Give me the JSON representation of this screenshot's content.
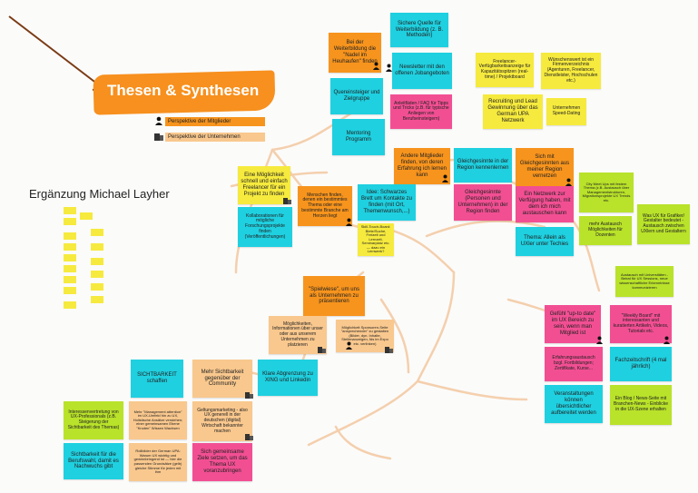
{
  "title": "Thesen & Synthesen",
  "legend": {
    "members": "Perspektive der Mitglieder",
    "companies": "Perspektive der Unternehmen"
  },
  "side_title": "Ergänzung Michael Layher",
  "notes": {
    "nadel": "Bei der Weiterbildung die \"Nadel im Heuhaufen\" finden",
    "sichere_quelle": "Sichere Quelle für Weiterbildung (z. B. Methoden)",
    "newsletter": "Newsletter mit den offenen Jobangeboten",
    "quereinsteiger": "Quereinsteiger und Zielgruppe",
    "anleitfaden": "Anleitfäden / FAQ für Tipps und Tricks (z.B. für typische Anliegen von Berufseinsteigern)",
    "mentoring": "Mentoring Programm",
    "freelancer_verf": "Freelancer-Verfügbarkeitsanzeige für Kapazitätsspitzen (real-time) / Projektboard",
    "wuensche": "Wünschenswert ist ein Firmenverzeichnis (Agenturen, Freelancer, Dienstleister, Hochschulen etc.)",
    "recruiting": "Recruiting und Lead Gewinnung über das German UPA Netzwerk",
    "speed_dating": "Unternehmen Speed-Dating",
    "andere_mitglieder": "Andere Mitglieder finden, von deren Erfahrung ich lernen kann",
    "gleichgesinnte_region": "Gleichgesinnte in der Region kennenlernen",
    "sich_mit": "Sich mit Gleichgesinnten aus meiner Region vernetzen",
    "freelancer_schnell": "Eine Möglichkeit schnell und einfach Freelancer für ein Projekt zu finden",
    "menschen_finden": "Menschen finden, denen ein bestimmtes Thema oder eine bestimmte Branche am Herzen liegt",
    "schwarzes_brett": "Idee: Schwarzes Brett um Kontakte zu finden (mit Ort, Themenwunsch,...)",
    "kollaborationen": "Kollaborationen für mögliche Forschungsprojekte finden (Veröffentlichungen)",
    "gleichgesinnte_pers": "Gleichgesinnte (Personen und Unternehmen) in der Region finden",
    "netzwerk": "Ein Netzwerk zur Verfügung haben, mit dem ich mich austauschen kann",
    "meetups": "City Meet Ups mit festem Thema (z.B. Austausch über Managementstrukturen, Migrationsprojekte UX Trends etc.",
    "ux_grafiker": "Was UX für Grafiker/ Gestalter bedeutet - Austausch zwischen UXlern und Gestaltern",
    "mehr_austausch": "mehr Austausch Möglichkeiten für Dozenten",
    "thema_allein": "Thema: Allein als UXler unter Techies",
    "skill_touch": "Skill-Touch-Board: Biete/Suche, Freizeit und Lernzeit, Seminarplatz etc. — dazu ein Lernwerk?",
    "spielwiese": "\"Spielwiese\", um uns als Unternehmen zu präsentieren",
    "austausch_unis": "Austausch mit Universitäten - Beirat für UX Sessions, neue wissenschaftliche Erkenntnisse kommunizieren",
    "moeglichkeiten": "Möglichkeiten, Informationen über unser oder aus unserem Unternehmen zu platzieren",
    "sponsoren": "Möglichkeit Sponsoren-Seite \"ansprechender\" zu gestalten (Bilder, dyn. Inhalte, Stellenanzeigen, fds im Expo etc. verlinken)",
    "up_to_date": "Gefühl \"up-to date\" im UX Bereich zu sein, wenn man Mitglied ist",
    "weekly_board": "\"Weekly Board\" mit interessanten und kuratierten Artikeln, Videos, Tutorials etc.",
    "sichtbarkeit": "SICHTBARKEIT schaffen",
    "mehr_sichtbarkeit": "Mehr Sichtbarkeit gegenüber der Community",
    "xing": "Klare Abgrenzung zu XING und Linkedin",
    "erfahrungsaustausch": "Erfahrungsaustausch bzgl. Fortbildungen; Zertifikate, Kurse...",
    "fachzeitschrift": "Fachzeitschrift (4 mal jährlich)",
    "interessenvertretung": "Interessenvertretung von UX-Professionals (z.B. Steigerung der Sichtbarkeit des Themas)",
    "management": "Mehr \"Management attention\" im UX-Umfeld hin zu UX, Holistische Ansätze verstehen; einer gemeinsamen Ebene \"Knoten\" Wissen Wachsen",
    "geltungsmarketing": "Geltungsmarketing - also UX generell in der deutschen (digital) Wirtschaft bekannter machen",
    "veranstaltungen": "Veranstaltungen können übersichtlicher aufbereitet werden",
    "blog": "Ein Blog / News-Seite mit Branchen-News - Einblicke in die UX-Szene erhalten",
    "sichtbarkeit_beruf": "Sichtbarkeit für die Berufswahl, damit es Nachwuchs gibt",
    "rollbilder": "Rollbilder der German UPA: Warum UX wichtig und gewinnbringend ist — hier die passenden Grundsätze (gelb) gleiche Stimme für jeden mit ihm",
    "gemeinsame_ziele": "Sich gemeinsame Ziele setzen, um das Thema UX voranzubringen"
  },
  "colors": {
    "yellow": "#f6ea3e",
    "orange": "#f7941d",
    "cyan": "#1fd0e0",
    "lime": "#b9e22a",
    "pink": "#f24f93",
    "peach": "#f9c88e"
  },
  "icons": {
    "member": "person-icon",
    "company": "building-icon"
  }
}
